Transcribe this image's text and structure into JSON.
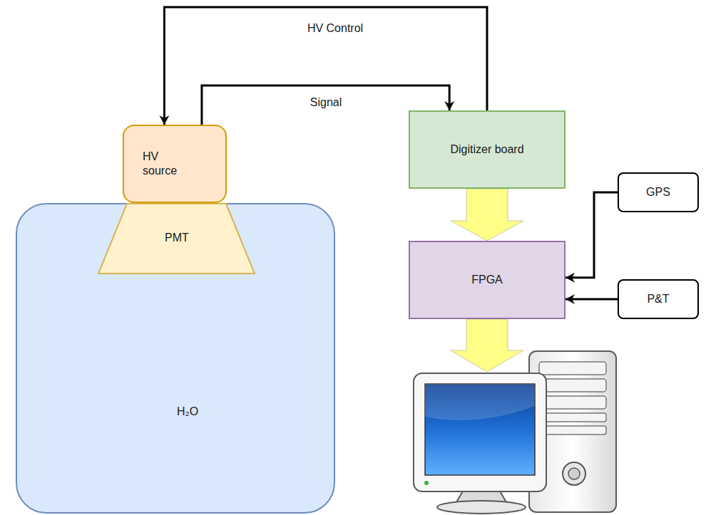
{
  "diagram": {
    "nodes": [
      {
        "text": [
          "H₂O"
        ]
      },
      {
        "text": [
          "PMT"
        ],
        "in": 0
      },
      {
        "text": [
          "HV source"
        ]
      },
      {
        "text": [
          "Digitizer board"
        ]
      },
      {
        "text": [
          "FPGA"
        ]
      },
      {
        "text": [
          "GPS"
        ]
      },
      {
        "text": [
          "P&T"
        ]
      }
    ],
    "edges": [
      {
        "from": 2,
        "to": 3,
        "label": "Signal",
        "arrow": "to"
      },
      {
        "from": 3,
        "to": 2,
        "label": "HV Control",
        "arrow": "to"
      },
      {
        "from": 3,
        "to": 4,
        "arrow": "to"
      },
      {
        "from": 5,
        "to": 4,
        "arrow": "to"
      },
      {
        "from": 6,
        "to": 4,
        "arrow": "to"
      }
    ]
  }
}
